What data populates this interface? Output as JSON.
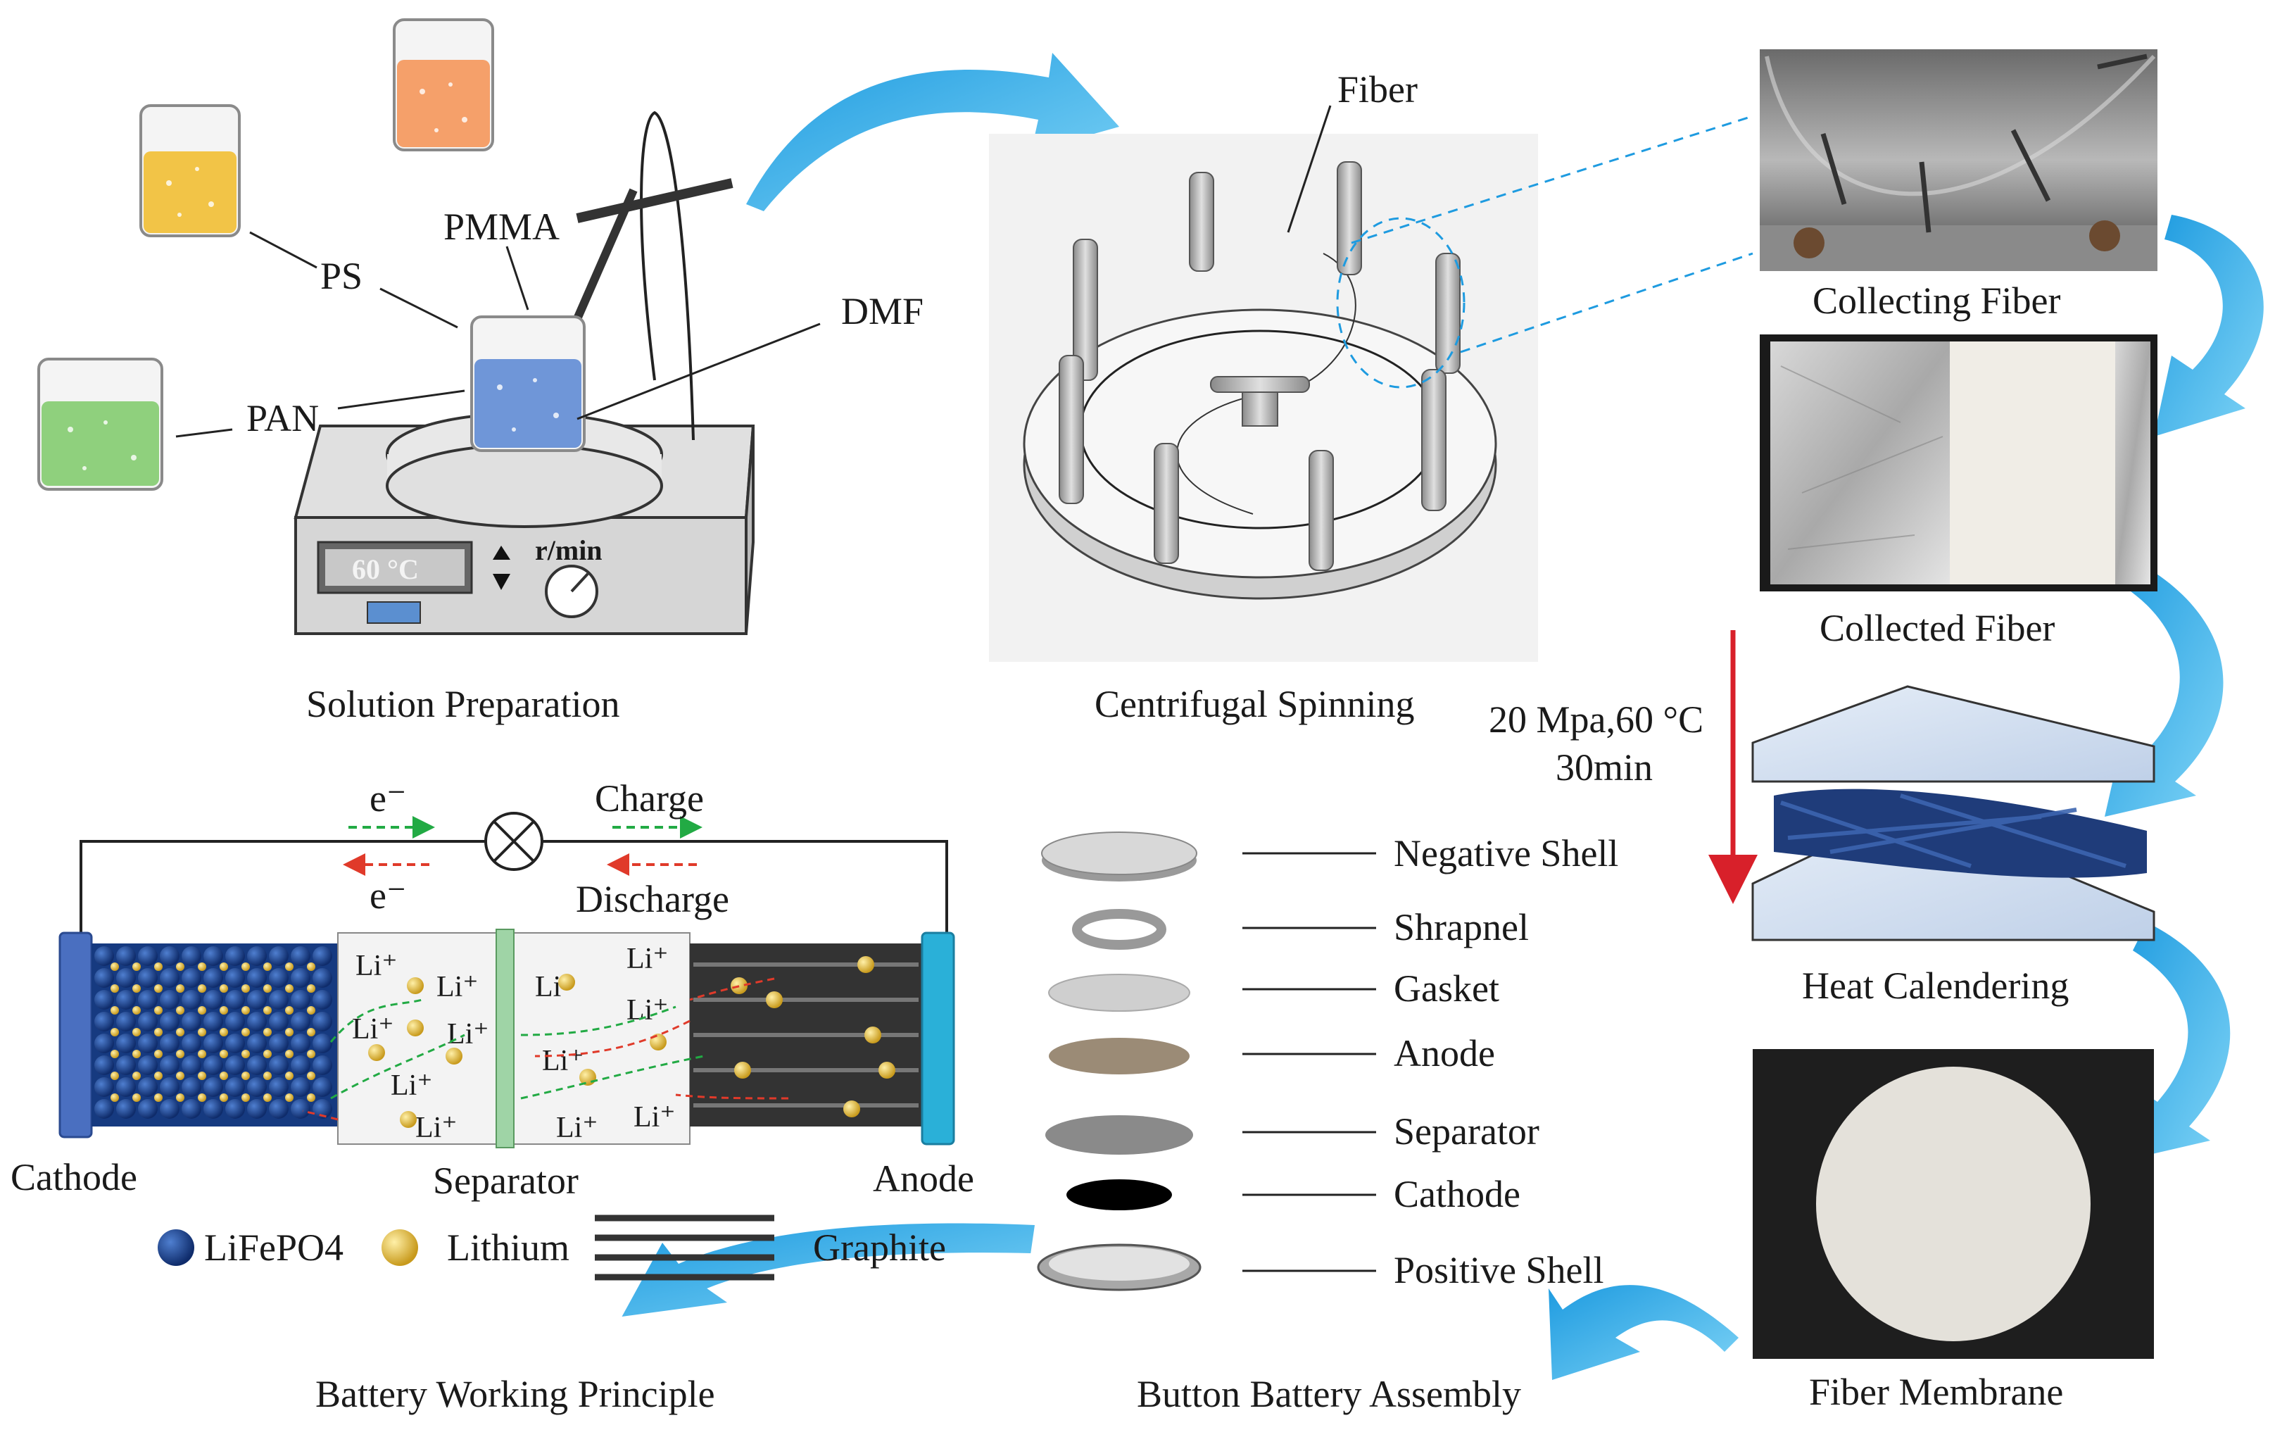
{
  "labels": {
    "fiber": "Fiber",
    "pmma": "PMMA",
    "ps": "PS",
    "dmf": "DMF",
    "pan": "PAN",
    "temperature": "60  °C",
    "rpm": "r/min",
    "solution_preparation": "Solution Preparation",
    "centrifugal_spinning": "Centrifugal Spinning",
    "collecting_fiber": "Collecting Fiber",
    "collected_fiber": "Collected Fiber",
    "pressure": "20 Mpa,60 °C",
    "time": "30min",
    "heat_calendering": "Heat Calendering",
    "fiber_membrane": "Fiber Membrane",
    "button_battery_assembly": "Button Battery Assembly",
    "battery_working_principle": "Battery Working Principle",
    "electron_top": "e⁻",
    "electron_bottom": "e⁻",
    "charge": "Charge",
    "discharge": "Discharge",
    "cathode": "Cathode",
    "separator": "Separator",
    "anode": "Anode",
    "lifepo4": "LiFePO4",
    "lithium": "Lithium",
    "graphite": "Graphite",
    "li_ion": "Li⁺"
  },
  "assembly": {
    "negative_shell": "Negative Shell",
    "shrapnel": "Shrapnel",
    "gasket": "Gasket",
    "anode": "Anode",
    "separator": "Separator",
    "cathode": "Cathode",
    "positive_shell": "Positive Shell"
  },
  "colors": {
    "arrow_blue": "#2aaee6",
    "charge_green": "#22aa44",
    "discharge_red": "#e03a2a",
    "lifepo4_blue": "#1d4f9a",
    "lithium_yellow": "#e8c24a",
    "cathode_plate": "#4a6fc0",
    "anode_plate": "#2ab0d8",
    "separator_green": "#9fd4a6",
    "press_arrow": "#d8202a"
  },
  "icons": [
    "beaker-icon",
    "hotplate-icon",
    "spinner-icon",
    "knob-icon",
    "bulb-icon",
    "coin-cell-icon"
  ]
}
